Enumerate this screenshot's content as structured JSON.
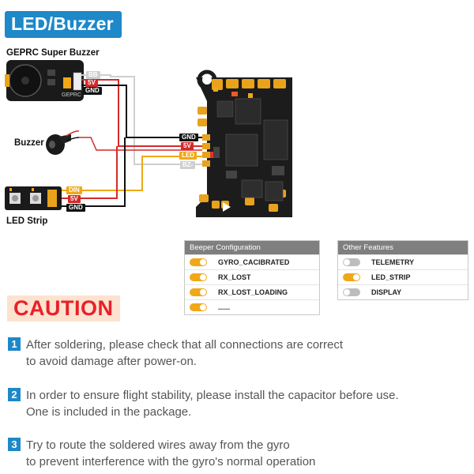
{
  "title": "LED/Buzzer",
  "devices": {
    "super_buzzer": "GEPRC Super Buzzer",
    "buzzer": "Buzzer",
    "led_strip": "LED Strip",
    "super_buzzer_logo": "GEPRC"
  },
  "super_buzzer_pins": [
    "BB",
    "5V",
    "GND"
  ],
  "led_strip_pins": [
    "DIN",
    "5V",
    "GND"
  ],
  "board_pins": [
    "GND",
    "5V",
    "LED",
    "BZ-"
  ],
  "colors": {
    "accent": "#1e88c8",
    "wire_black": "#111111",
    "wire_red": "#d42a2a",
    "wire_white": "#cfcfcf",
    "wire_yellow": "#f0a818",
    "toggle_on": "#f0a818",
    "toggle_off": "#bdbdbd",
    "caution_text": "#e8202a",
    "caution_bg": "#fde3cf"
  },
  "beeper_panel": {
    "header": "Beeper Configuration",
    "items": [
      {
        "label": "GYRO_CACIBRATED",
        "on": true
      },
      {
        "label": "RX_LOST",
        "on": true
      },
      {
        "label": "RX_LOST_LOADING",
        "on": true
      },
      {
        "label": "......",
        "on": true
      }
    ]
  },
  "other_panel": {
    "header": "Other Features",
    "items": [
      {
        "label": "TELEMETRY",
        "on": false
      },
      {
        "label": "LED_STRIP",
        "on": true
      },
      {
        "label": "DISPLAY",
        "on": false
      }
    ]
  },
  "caution": "CAUTION",
  "notes": [
    {
      "num": "1",
      "line1": "After soldering, please check that all connections are correct",
      "line2": "to avoid damage after power-on."
    },
    {
      "num": "2",
      "line1": "In order to ensure flight stability, please install the capacitor before use.",
      "line2": "One is included in the package."
    },
    {
      "num": "3",
      "line1": "Try to route the soldered wires away from the gyro",
      "line2": "to prevent interference with the gyro's normal operation"
    }
  ]
}
